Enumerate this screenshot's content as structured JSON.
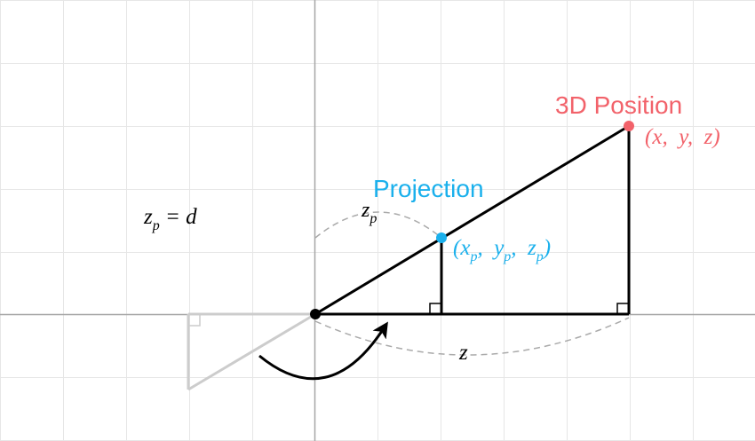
{
  "colors": {
    "grid": "#e6e6e6",
    "axis": "#a6a6a6",
    "ink": "#000000",
    "dash": "#aaaaaa",
    "ghost": "#cccccc",
    "projection": "#1ab0ec",
    "position": "#f2626a"
  },
  "labels": {
    "position_title": "3D Position",
    "projection_title": "Projection",
    "position_coords": {
      "open": "(",
      "x": "x",
      "sep1": ",  ",
      "y": "y",
      "sep2": ",  ",
      "z": "z",
      "close": ")"
    },
    "projection_coords": {
      "open": "(",
      "x": "x",
      "x_sub": "p",
      "sep1": ",  ",
      "y": "y",
      "y_sub": "p",
      "sep2": ",  ",
      "z": "z",
      "z_sub": "p",
      "close": ")"
    },
    "zp_equation": {
      "z": "z",
      "sub": "p",
      "equals": " = ",
      "d": "d"
    },
    "zp_arc": {
      "z": "z",
      "sub": "p"
    },
    "z_arc": "z"
  }
}
